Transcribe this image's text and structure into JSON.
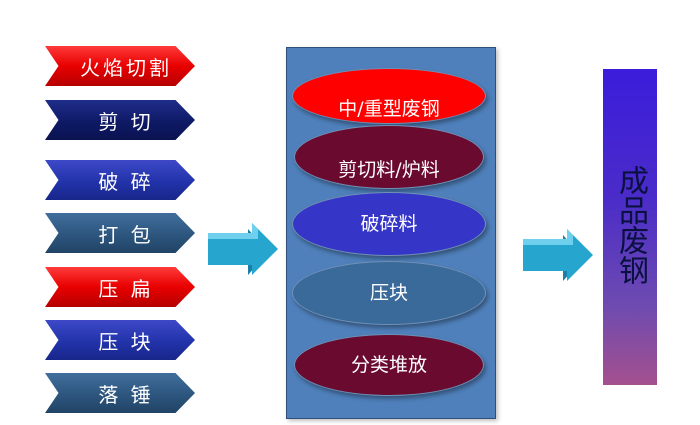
{
  "processes": [
    {
      "label": "火焰切割",
      "tone": "red"
    },
    {
      "label": "剪  切",
      "tone": "navy"
    },
    {
      "label": "破  碎",
      "tone": "blue"
    },
    {
      "label": "打  包",
      "tone": "steel"
    },
    {
      "label": "压  扁",
      "tone": "red"
    },
    {
      "label": "压  块",
      "tone": "blue"
    },
    {
      "label": "落  锤",
      "tone": "steel"
    }
  ],
  "materials": [
    {
      "label": "中/重型废钢",
      "tone": "red"
    },
    {
      "label": "剪切料/炉料",
      "tone": "maroon"
    },
    {
      "label": "破碎料",
      "tone": "violet"
    },
    {
      "label": "压块",
      "tone": "steel"
    },
    {
      "label": "分类堆放",
      "tone": "maroon"
    }
  ],
  "product": {
    "label": "成品废钢"
  },
  "colors": {
    "arrow": "#26a6cf",
    "box": "#4f80bb",
    "red": "#ff0000",
    "maroon": "#6a0a2e"
  }
}
